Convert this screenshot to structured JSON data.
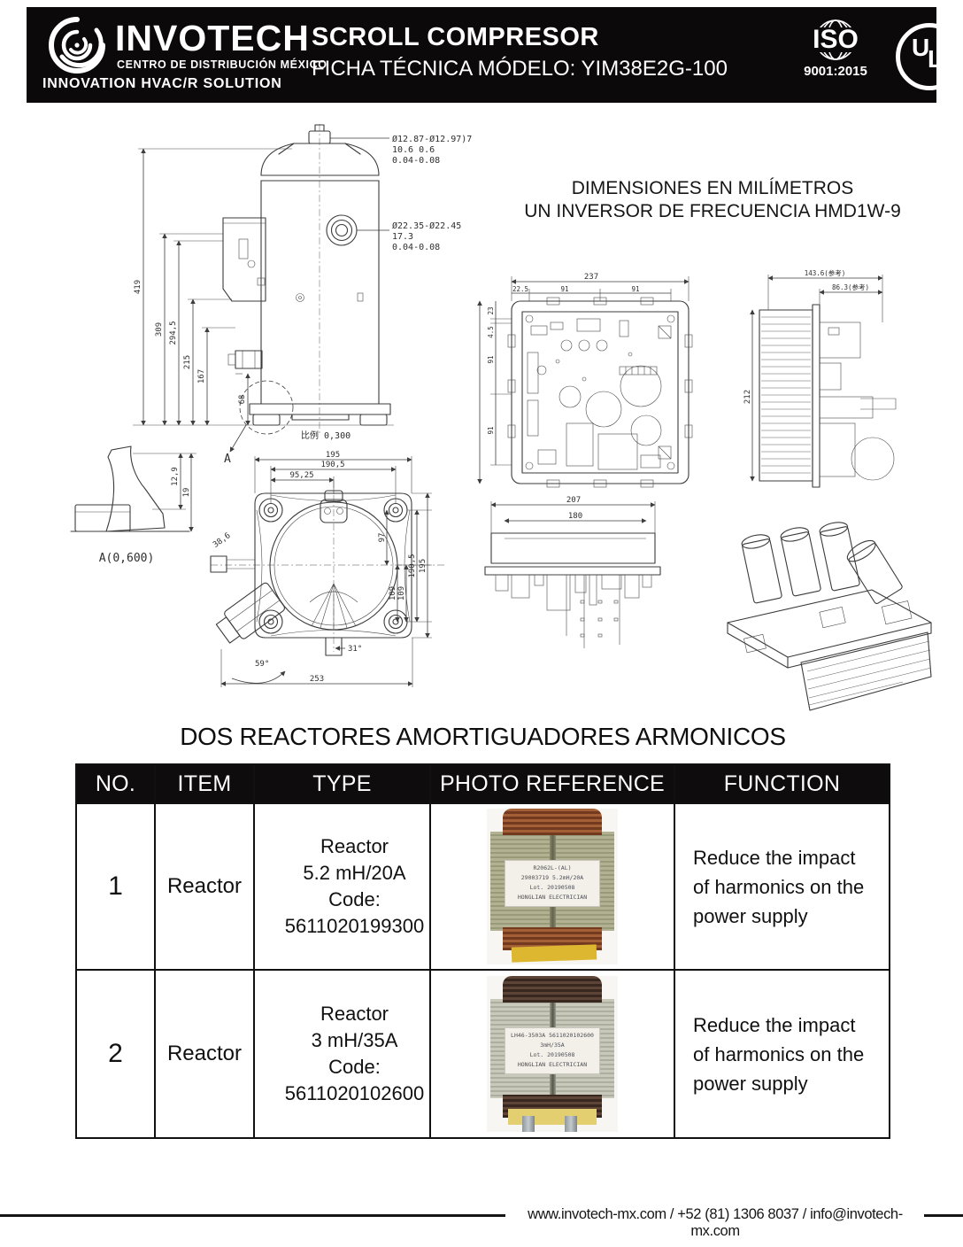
{
  "header": {
    "logo": {
      "name": "INVOTECH",
      "subtitle": "CENTRO DE DISTRIBUCIÓN MÉXICO",
      "tagline": "INNOVATION HVAC/R SOLUTION"
    },
    "title": "SCROLL COMPRESOR",
    "subtitle": "FICHA TÉCNICA MÓDELO: YIM38E2G-100",
    "badges": {
      "iso_label": "ISO",
      "iso_sub": "9001:2015",
      "ul_u": "U",
      "ul_l": "L"
    }
  },
  "drawings": {
    "note_line1": "DIMENSIONES EN MILÍMETROS",
    "note_line2": "UN INVERSOR DE FRECUENCIA HMD1W-9",
    "compressor_side": {
      "callout_top": [
        "Ø12.87-Ø12.97)7",
        "10.6 0.6",
        "0.04-0.08"
      ],
      "callout_mid": [
        "Ø22.35-Ø22.45",
        "17.3",
        "0.04-0.08"
      ],
      "dims": [
        "419",
        "309",
        "294,5",
        "215",
        "167",
        "68"
      ],
      "scale_note": "比例 0,300",
      "detail_marker": "A"
    },
    "detail_a": {
      "label": "A(0,600)",
      "dims": [
        "12,9",
        "19"
      ]
    },
    "bottom_view": {
      "dims_top": [
        "195",
        "190,5",
        "95,25"
      ],
      "dims_right": [
        "97",
        "109",
        "109",
        "190,5",
        "195"
      ],
      "dim_bottom": "253",
      "angle_left": "59°",
      "angle_right": "31°",
      "dim_diag": "38,6"
    },
    "inverter_front": {
      "dim_top": "237",
      "dims_top_sub": [
        "22.5",
        "91",
        "91"
      ],
      "dims_left": [
        "23",
        "4.5",
        "91",
        "91"
      ]
    },
    "inverter_side": {
      "dim_top": "143.6(参考)",
      "dim_mid": "86.3(参考)",
      "dim_left": "212"
    },
    "inverter_bottom": {
      "dim_outer": "207",
      "dim_inner": "180"
    }
  },
  "section": {
    "title": "DOS REACTORES AMORTIGUADORES ARMONICOS"
  },
  "table": {
    "headers": [
      "NO.",
      "ITEM",
      "TYPE",
      "PHOTO REFERENCE",
      "FUNCTION"
    ],
    "rows": [
      {
        "no": "1",
        "item": "Reactor",
        "type_lines": [
          "Reactor",
          "5.2 mH/20A",
          "Code:",
          "5611020199300"
        ],
        "photo_label": [
          "R2062L-(AL)",
          "29003719 5.2mH/20A",
          "Lot. 20190508",
          "HONGLIAN ELECTRICIAN"
        ],
        "function": "Reduce the impact of harmonics on the power supply"
      },
      {
        "no": "2",
        "item": "Reactor",
        "type_lines": [
          "Reactor",
          "3 mH/35A",
          "Code:",
          "5611020102600"
        ],
        "photo_label": [
          "LH46-3503A 5611020102600",
          "3mH/35A",
          "Lot. 20190508",
          "HONGLIAN ELECTRICIAN"
        ],
        "function": "Reduce the impact of harmonics on the power supply"
      }
    ]
  },
  "footer": {
    "contact": "www.invotech-mx.com / +52 (81) 1306 8037 / info@invotech-mx.com"
  },
  "colors": {
    "header_bg": "#0c090a",
    "table_border": "#111111",
    "reactor1_core": "#aaab8a",
    "reactor2_core": "#c6c7b8",
    "copper_winding": "#8a4a2e",
    "tape_yellow": "#dcb72f"
  }
}
